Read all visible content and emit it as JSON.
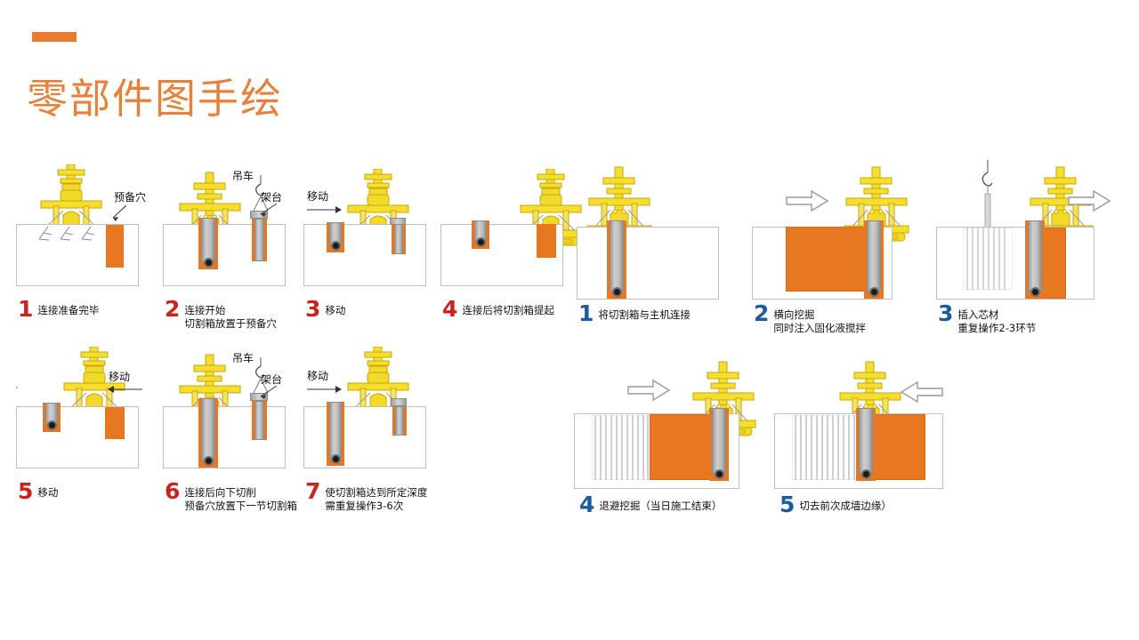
{
  "header": {
    "accent_bar_color": "#E87B30",
    "title": "零部件图手绘",
    "title_color": "#E8803A"
  },
  "colors": {
    "orange_fill": "#E87722",
    "machine_yellow": "#F2D81E",
    "number_red": "#C9221F",
    "number_blue": "#1C5C9E",
    "ground_border": "#BFBFBF",
    "steel_grey": "#BDBDBD"
  },
  "sequence_left": {
    "number_color": "#C9221F",
    "panels": [
      {
        "num": "1",
        "caption_lines": [
          "连接准备完毕"
        ],
        "labels": [
          "预备穴"
        ]
      },
      {
        "num": "2",
        "caption_lines": [
          "连接开始",
          "切割箱放置于预备穴"
        ],
        "labels": [
          "吊车",
          "架台"
        ]
      },
      {
        "num": "3",
        "caption_lines": [
          "移动"
        ],
        "labels": [
          "移动"
        ]
      },
      {
        "num": "4",
        "caption_lines": [
          "连接后将切割箱提起"
        ],
        "labels": []
      },
      {
        "num": "5",
        "caption_lines": [
          "移动"
        ],
        "labels": [
          "移动"
        ]
      },
      {
        "num": "6",
        "caption_lines": [
          "连接后向下切削",
          "预备穴放置下一节切割箱"
        ],
        "labels": [
          "吊车",
          "架台"
        ]
      },
      {
        "num": "7",
        "caption_lines": [
          "使切割箱达到所定深度",
          "需重复操作3-6次"
        ],
        "labels": [
          "移动"
        ]
      }
    ]
  },
  "sequence_right": {
    "number_color": "#1C5C9E",
    "panels": [
      {
        "num": "1",
        "caption_lines": [
          "将切割箱与主机连接"
        ],
        "labels": []
      },
      {
        "num": "2",
        "caption_lines": [
          "横向挖掘",
          "同时注入固化液搅拌"
        ],
        "labels": []
      },
      {
        "num": "3",
        "caption_lines": [
          "插入芯材",
          "重复操作2-3环节"
        ],
        "labels": []
      },
      {
        "num": "4",
        "caption_lines": [
          "退避挖掘（当日施工结束）"
        ],
        "labels": []
      },
      {
        "num": "5",
        "caption_lines": [
          "切去前次成墙边缘）"
        ],
        "labels": []
      }
    ]
  },
  "icons": {
    "crane_hook": "crane-hook-icon",
    "move_arrow": "move-arrow-icon",
    "hollow_arrow": "hollow-arrow-icon",
    "cutter_wheel": "cutter-wheel-icon",
    "soil_hatch": "soil-hatch-icon"
  }
}
